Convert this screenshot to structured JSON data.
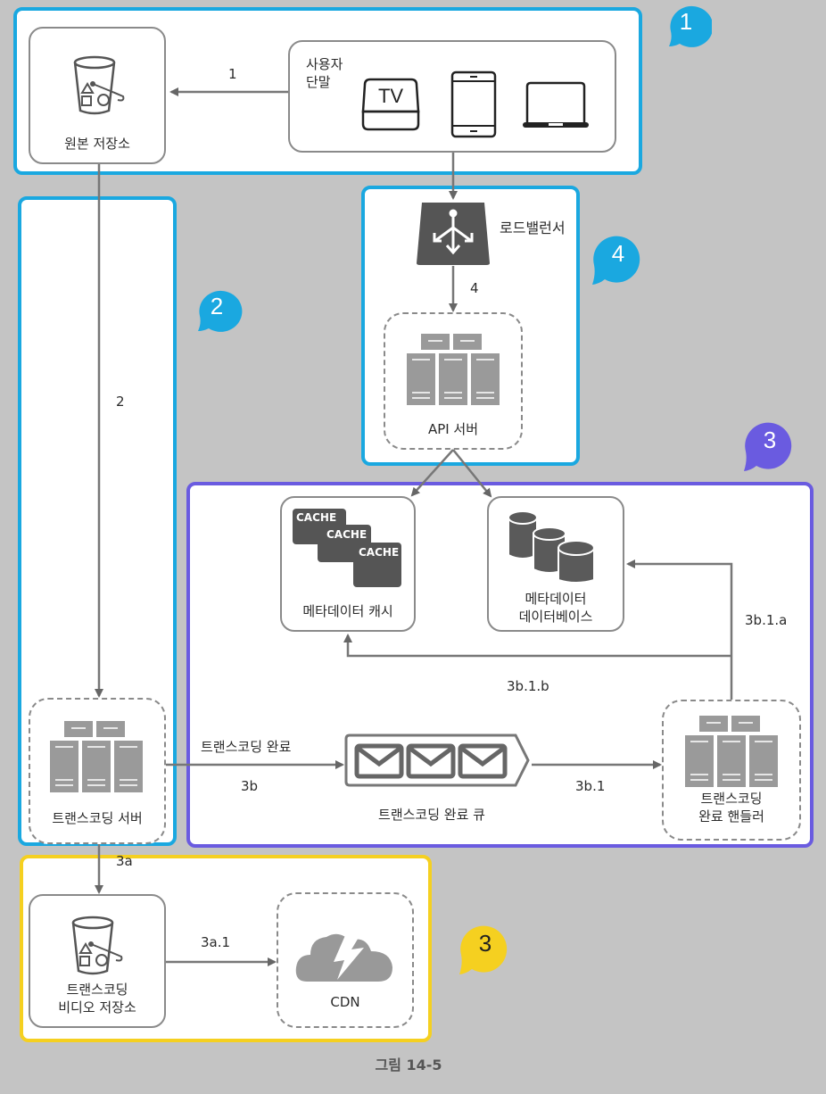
{
  "figure": {
    "caption": "그림 14-5"
  },
  "groups": {
    "upload": {
      "bubble": "1",
      "color": "#1aa8e0"
    },
    "transcode": {
      "bubble": "2",
      "color": "#1aa8e0"
    },
    "api": {
      "bubble": "4",
      "color": "#1aa8e0"
    },
    "completion": {
      "bubble": "3",
      "color": "#6a5be0"
    },
    "storage": {
      "bubble": "3",
      "color": "#f5d020"
    }
  },
  "nodes": {
    "original_storage": {
      "label": "원본 저장소",
      "icon": "bucket-icon"
    },
    "user_devices": {
      "label_line1": "사용자",
      "label_line2": "단말",
      "devices": [
        "tv-icon",
        "tablet-icon",
        "laptop-icon"
      ],
      "tv_text": "TV"
    },
    "load_balancer": {
      "label": "로드밸런서",
      "icon": "load-balancer-icon"
    },
    "api_server": {
      "label": "API 서버",
      "icon": "server-cluster-icon"
    },
    "metadata_cache": {
      "label": "메타데이터 캐시",
      "cache_texts": [
        "CACHE",
        "CACHE",
        "CACHE"
      ]
    },
    "metadata_db": {
      "label_line1": "메타데이터",
      "label_line2": "데이터베이스",
      "icon": "database-icon"
    },
    "transcoding_server": {
      "label": "트랜스코딩 서버",
      "icon": "server-cluster-icon"
    },
    "completion_queue": {
      "label": "트랜스코딩 완료 큐",
      "icon": "message-queue-icon"
    },
    "completion_handler": {
      "label_line1": "트랜스코딩",
      "label_line2": "완료 핸들러",
      "icon": "server-cluster-icon"
    },
    "transcoded_storage": {
      "label_line1": "트랜스코딩",
      "label_line2": "비디오 저장소",
      "icon": "bucket-icon"
    },
    "cdn": {
      "label": "CDN",
      "icon": "cloud-lightning-icon"
    }
  },
  "edges": {
    "e1": "1",
    "e2": "2",
    "e4": "4",
    "e3b_top": "트랜스코딩 완료",
    "e3b": "3b",
    "e3b1": "3b.1",
    "e3b1a": "3b.1.a",
    "e3b1b": "3b.1.b",
    "e3a": "3a",
    "e3a1": "3a.1"
  }
}
